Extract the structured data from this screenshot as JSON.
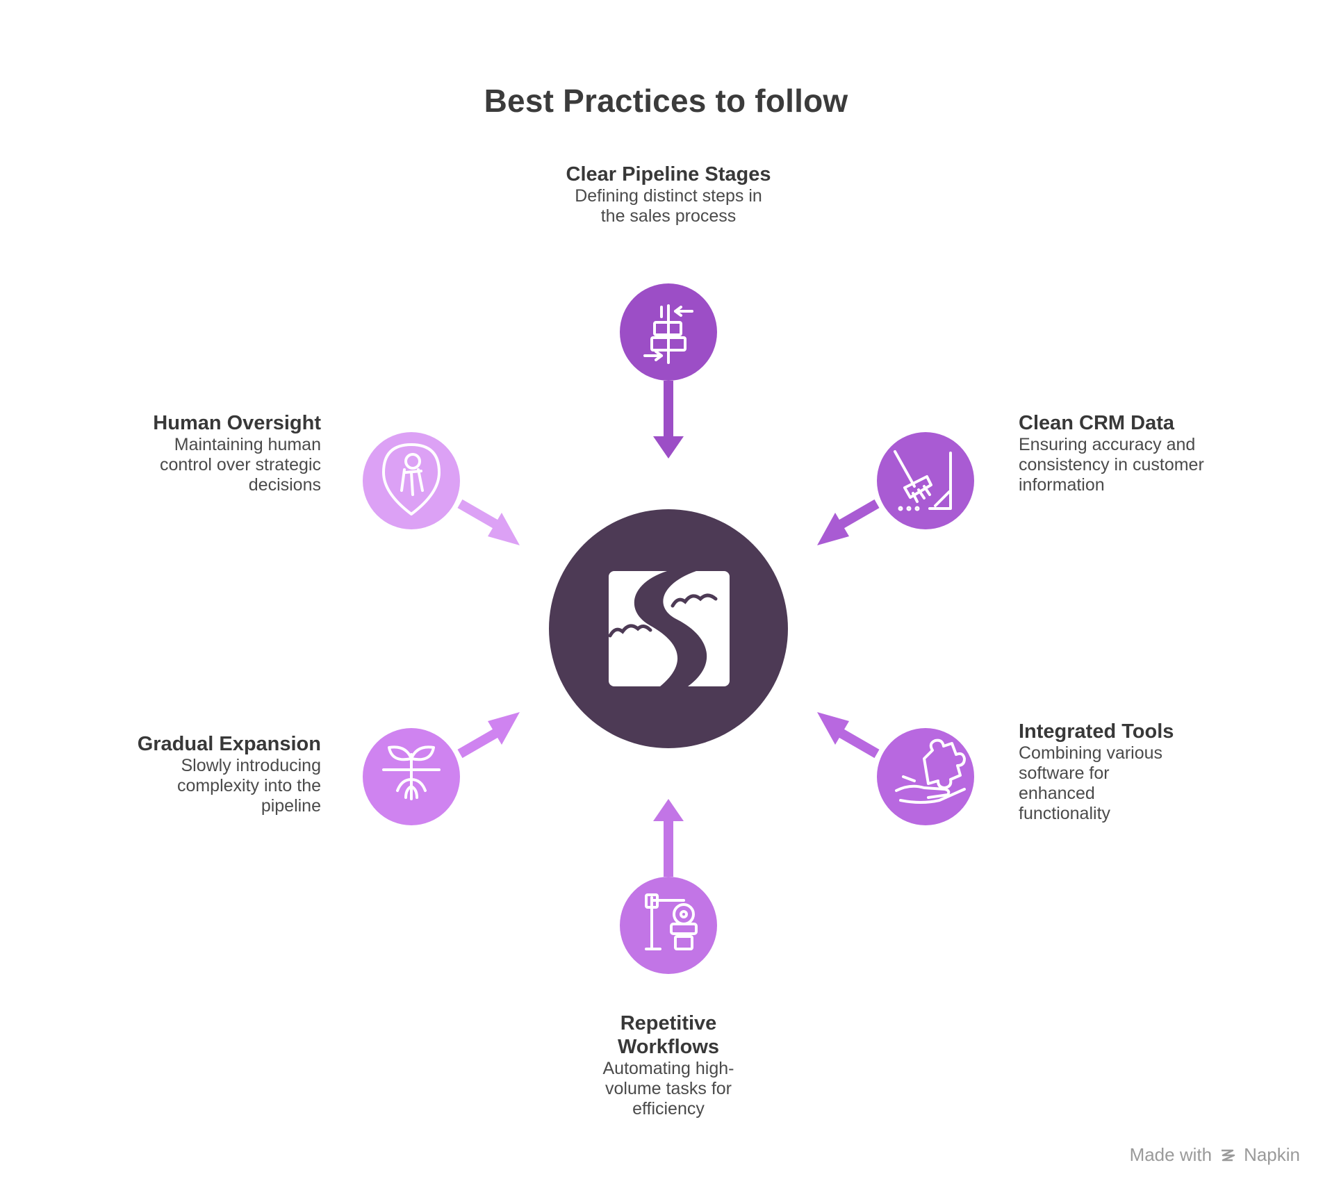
{
  "title": "Best Practices to follow",
  "center": {
    "icon": "winding-road-icon",
    "color": "#4d3a55"
  },
  "items": [
    {
      "id": "top",
      "title": "Clear Pipeline Stages",
      "desc": "Defining distinct steps in the sales process",
      "icon": "align-stages-icon",
      "color": "#9c4ec6"
    },
    {
      "id": "upper-right",
      "title": "Clean CRM Data",
      "desc": "Ensuring accuracy and consistency in customer information",
      "icon": "rake-sweep-icon",
      "color": "#a95bd3"
    },
    {
      "id": "lower-right",
      "title": "Integrated Tools",
      "desc": "Combining various software for enhanced functionality",
      "icon": "puzzle-hand-icon",
      "color": "#b868e0"
    },
    {
      "id": "bottom",
      "title": "Repetitive Workflows",
      "desc": "Automating high-volume tasks for efficiency",
      "icon": "robot-arm-icon",
      "color": "#c275e6"
    },
    {
      "id": "lower-left",
      "title": "Gradual Expansion",
      "desc": "Slowly introducing complexity into the pipeline",
      "icon": "sprout-roots-icon",
      "color": "#cf83f0"
    },
    {
      "id": "upper-left",
      "title": "Human Oversight",
      "desc": "Maintaining human control over strategic decisions",
      "icon": "person-location-icon",
      "color": "#dca1f5"
    }
  ],
  "footer": {
    "prefix": "Made with",
    "brand": "Napkin"
  }
}
